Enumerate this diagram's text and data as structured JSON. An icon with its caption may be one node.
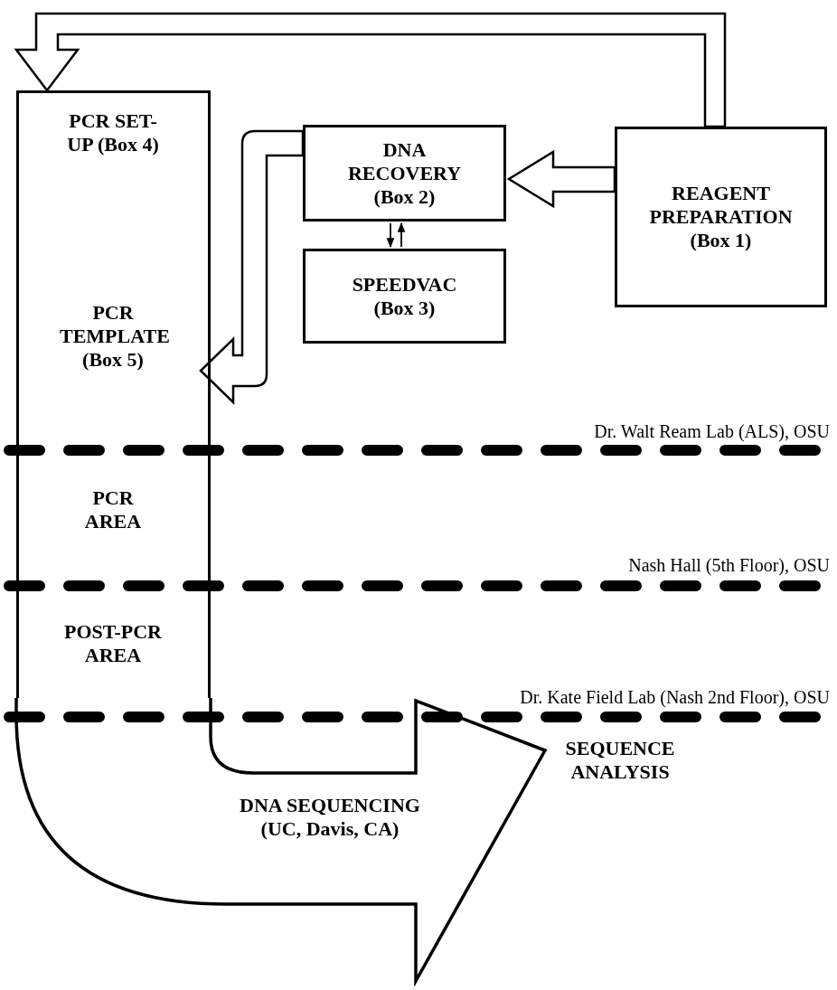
{
  "diagram": {
    "nodes": [
      {
        "text": [],
        "shape": "box"
      },
      {
        "text": [
          "PCR SET-UP (Box 4)"
        ],
        "in": 0
      },
      {
        "text": [
          "PCR TEMPLATE (Box 5)"
        ],
        "in": 0
      },
      {
        "text": [
          "PCR AREA"
        ],
        "in": 0
      },
      {
        "text": [
          "POST-PCR AREA"
        ],
        "in": 0
      },
      {
        "text": [
          "DNA RECOVERY (Box 2)"
        ]
      },
      {
        "text": [
          "REAGENT PREPARATION (Box 1)"
        ]
      },
      {
        "text": [
          "SPEEDVAC (Box 3)"
        ]
      },
      {
        "text": [
          "SEQUENCE ANALYSIS"
        ]
      }
    ],
    "edges": [
      {
        "from": 6,
        "to": 0,
        "arrow": "to"
      },
      {
        "from": 6,
        "to": 5,
        "arrow": "to"
      },
      {
        "from": 5,
        "to": 7,
        "arrow": "to"
      },
      {
        "from": 7,
        "to": 5,
        "arrow": "to"
      },
      {
        "from": 5,
        "to": 2,
        "arrow": "to"
      },
      {
        "from": 0,
        "to": 8,
        "arrow": "to",
        "label": "DNA SEQUENCING (UC, Davis, CA)",
        "style": "thick"
      }
    ],
    "labels": [
      "Dr. Walt Ream Lab (ALS), OSU",
      "Nash Hall (5th Floor), OSU",
      "Dr. Kate Field Lab (Nash 2nd Floor), OSU"
    ]
  }
}
